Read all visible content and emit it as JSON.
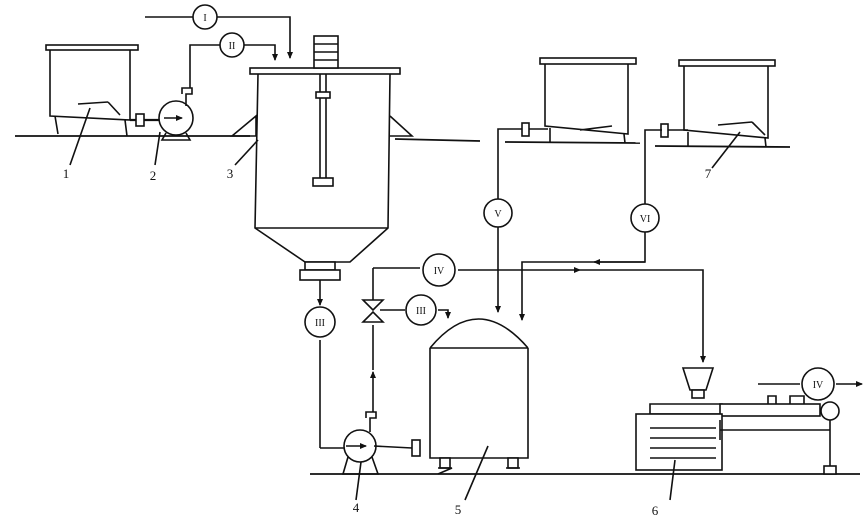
{
  "equipment_labels": [
    "1",
    "2",
    "3",
    "4",
    "5",
    "6",
    "7"
  ],
  "stream_labels": {
    "I": "I",
    "II": "II",
    "III_a": "III",
    "III_b": "III",
    "IV_a": "IV",
    "IV_b": "IV",
    "V": "V",
    "VI": "VI"
  }
}
